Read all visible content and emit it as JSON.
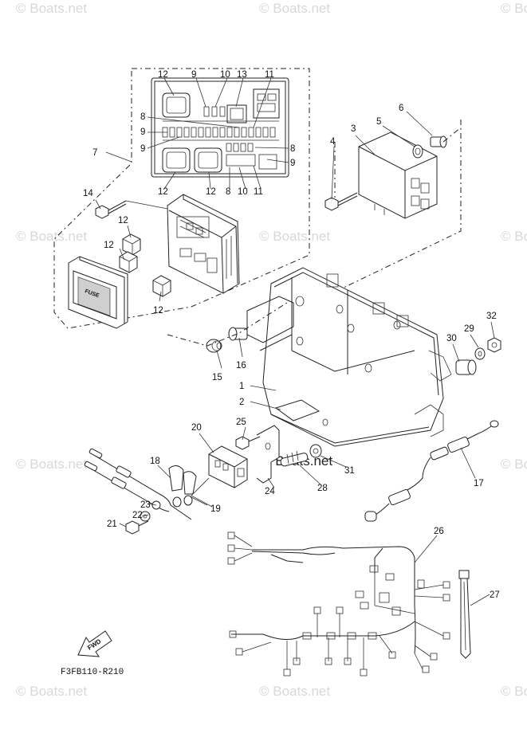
{
  "watermark": "© Boats.net",
  "diagram_code": "F3FB110-R210",
  "fuse_label": "FUSE",
  "fwd_label": "FWD",
  "callouts": {
    "c1": "1",
    "c2": "2",
    "c3": "3",
    "c4": "4",
    "c5": "5",
    "c6": "6",
    "c7": "7",
    "c8": "8",
    "c9": "9",
    "c10": "10",
    "c11": "11",
    "c12": "12",
    "c13": "13",
    "c14": "14",
    "c15": "15",
    "c16": "16",
    "c17": "17",
    "c18": "18",
    "c19": "19",
    "c20": "20",
    "c21": "21",
    "c22": "22",
    "c23": "23",
    "c24": "24",
    "c25": "25",
    "c26": "26",
    "c27": "27",
    "c28": "28",
    "c29": "29",
    "c30": "30",
    "c31": "31",
    "c32": "32"
  }
}
